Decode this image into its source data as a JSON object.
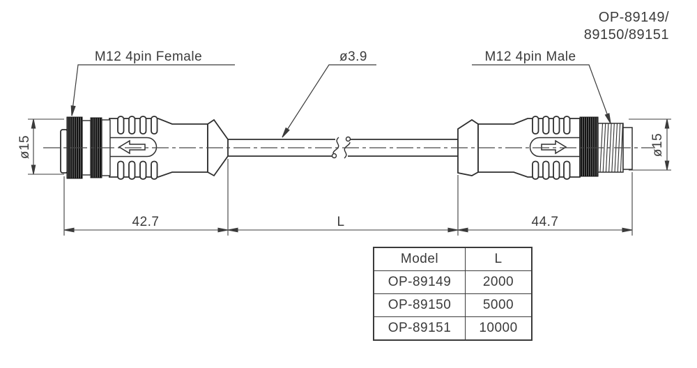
{
  "title_block": {
    "part_numbers_line1": "OP-89149/",
    "part_numbers_line2": "89150/89151"
  },
  "callouts": {
    "female": "M12 4pin Female",
    "cable_diameter": "ø3.9",
    "male": "M12 4pin Male"
  },
  "dimensions": {
    "female_diameter": "ø15",
    "male_diameter": "ø15",
    "female_length": "42.7",
    "cable_length": "L",
    "male_length": "44.7"
  },
  "model_table": {
    "headers": [
      "Model",
      "L"
    ],
    "rows": [
      [
        "OP-89149",
        "2000"
      ],
      [
        "OP-89150",
        "5000"
      ],
      [
        "OP-89151",
        "10000"
      ]
    ]
  },
  "colors": {
    "ink": "#333333",
    "background": "#ffffff"
  }
}
